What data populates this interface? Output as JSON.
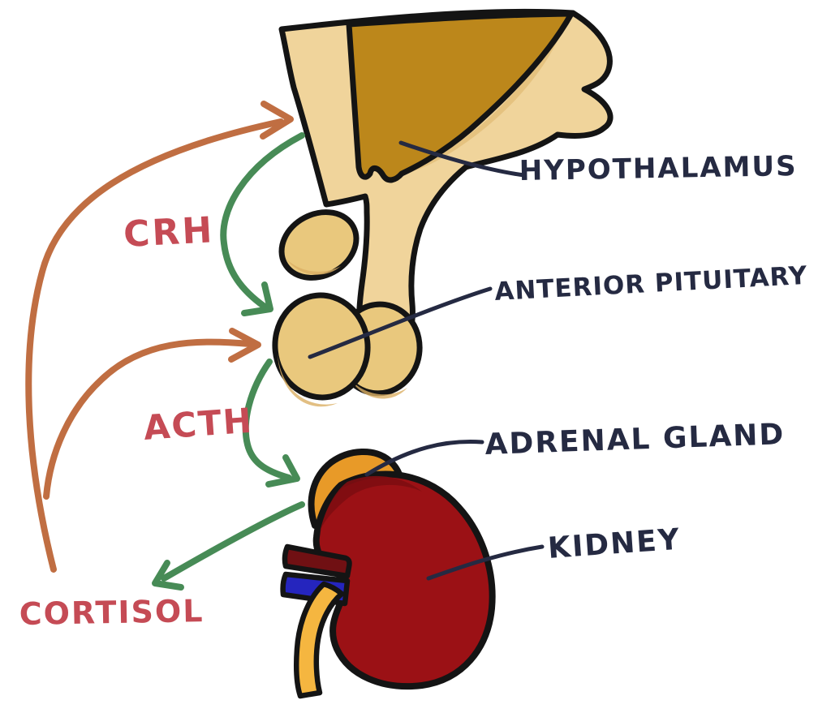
{
  "labels": {
    "hypothalamus": "HYPOTHALAMUS",
    "anterior_pituitary": "ANTERIOR PITUITARY",
    "adrenal_gland": "ADRENAL GLAND",
    "kidney": "KIDNEY"
  },
  "hormones": {
    "crh": "CRH",
    "acth": "ACTH",
    "cortisol": "CORTISOL"
  },
  "colors": {
    "background": "#ffffff",
    "outline": "#141414",
    "label_ink": "#252a42",
    "hormone_ink": "#c54b55",
    "stimulation_arrow": "#478b56",
    "feedback_arrow": "#c06e42",
    "brain_tan": "#f0d49b",
    "brain_tan_shade": "#e3c07c",
    "hypothalamus_fill": "#bc871b",
    "pituitary_tan": "#e9c87d",
    "pituitary_shade": "#dbaf64",
    "kidney_fill": "#9b1115",
    "kidney_shade": "#7e0d11",
    "adrenal_fill": "#e89a28",
    "renal_artery": "#701013",
    "renal_vein": "#2525be",
    "ureter": "#f5b640"
  }
}
